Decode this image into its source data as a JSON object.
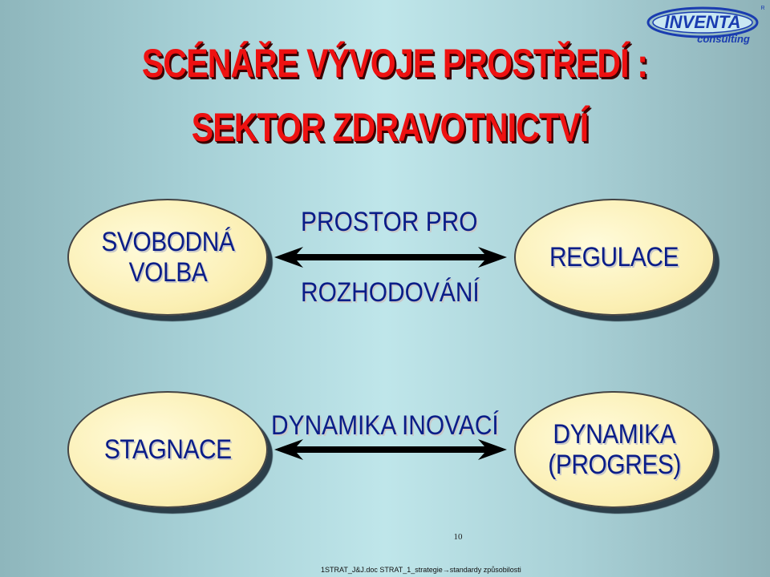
{
  "logo": {
    "name": "INVENTA",
    "sub": "consulting",
    "mark": "R"
  },
  "title": {
    "line1": "SCÉNÁŘE VÝVOJE PROSTŘEDÍ :",
    "line2": "SEKTOR ZDRAVOTNICTVÍ"
  },
  "row1": {
    "left": {
      "line1": "SVOBODNÁ",
      "line2": "VOLBA"
    },
    "arrow_top": "PROSTOR PRO",
    "arrow_bottom": "ROZHODOVÁNÍ",
    "right": {
      "line1": "REGULACE"
    }
  },
  "row2": {
    "left": {
      "line1": "STAGNACE"
    },
    "arrow_top": "DYNAMIKA INOVACÍ",
    "right": {
      "line1": "DYNAMIKA",
      "line2": "(PROGRES)"
    }
  },
  "page_number": "10",
  "footer": "1STRAT_J&J.doc STRAT_1_strategie→standardy způsobilosti",
  "colors": {
    "title": "#ee1111",
    "text": "#0a1d88",
    "ellipse_fill": "#fbefb3",
    "logo": "#1a3cb0"
  }
}
